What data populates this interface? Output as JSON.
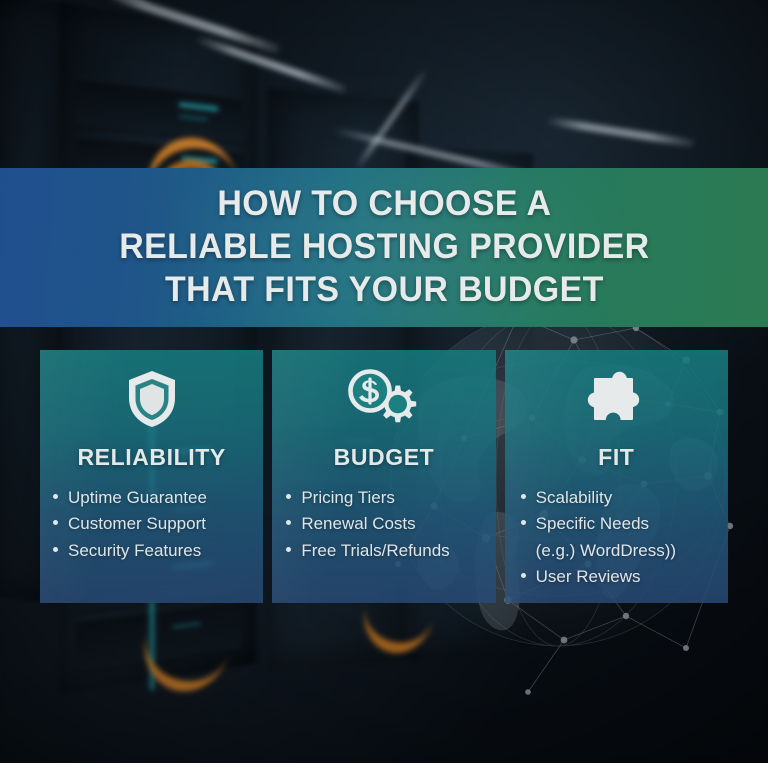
{
  "banner": {
    "line1": "HOW TO CHOOSE A",
    "line2": "RELIABLE HOSTING PROVIDER",
    "line3": "THAT FITS YOUR BUDGET",
    "gradient_start": "#204f8e",
    "gradient_end": "#2c7a52",
    "text_color": "#e6eaea"
  },
  "background": {
    "theme": "server-room",
    "base_color": "#0b1118",
    "cable_accent": "#e08a2e",
    "led_accent": "#2fb9c4",
    "globe_accent": "#b9cdd6"
  },
  "cards": [
    {
      "icon": "shield-icon",
      "title": "RELIABILITY",
      "items": [
        "Uptime Guarantee",
        "Customer Support",
        "Security Features"
      ]
    },
    {
      "icon": "dollar-coin-gear-icon",
      "title": "BUDGET",
      "items": [
        "Pricing Tiers",
        "Renewal Costs",
        "Free Trials/Refunds"
      ]
    },
    {
      "icon": "puzzle-piece-icon",
      "title": "FIT",
      "items": [
        "Scalability",
        "Specific Needs",
        "(e.g.) WordDress))",
        "User Reviews"
      ],
      "continuation_indices": [
        2
      ]
    }
  ],
  "card_style": {
    "fill_top": "rgba(23,123,125,0.88)",
    "fill_bottom": "rgba(40,74,116,0.86)",
    "title_color": "#e3e8e8",
    "item_color": "#dfe5e8"
  }
}
